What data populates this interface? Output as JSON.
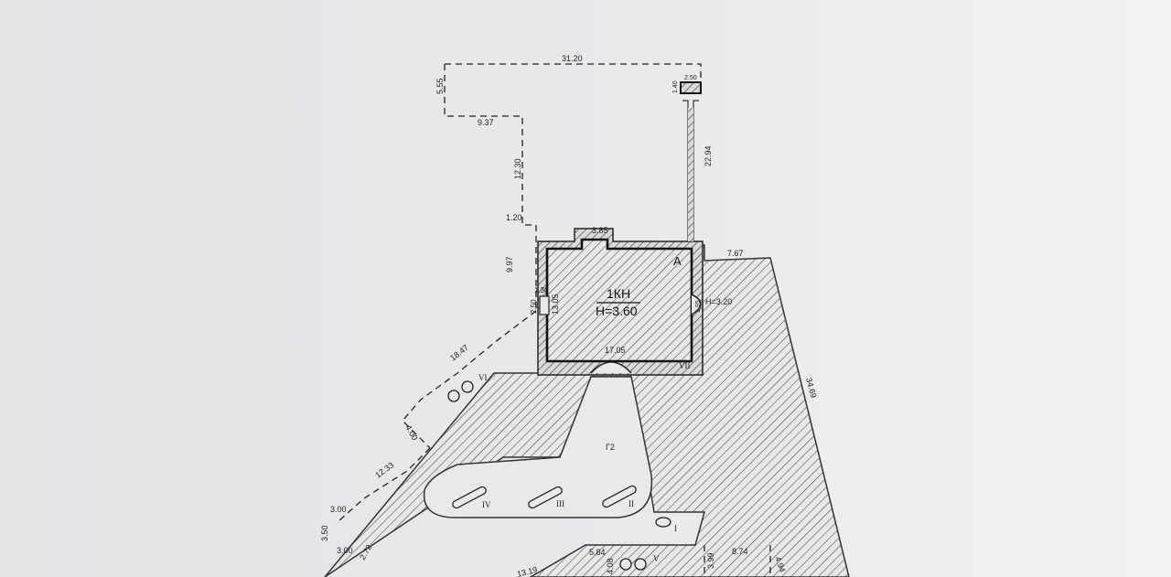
{
  "plan": {
    "building_code": "1КН",
    "building_height": "H=3.60",
    "building_letter": "A",
    "side_height": "H=3.20",
    "courtyard_label": "Г2",
    "roman_labels": [
      "I",
      "II",
      "III",
      "IV",
      "V",
      "VI",
      "VII"
    ],
    "dimensions": {
      "top_span": "31.20",
      "left_drop": "5.55",
      "inner_step": "9.37",
      "left_long": "12.30",
      "jog": "1.20",
      "left_lower": "9.97",
      "diag_a": "18.47",
      "diag_b": "4.00",
      "diag_c": "12.33",
      "small_a": "3.00",
      "small_b": "3.50",
      "small_c": "3.00",
      "small_d": "2.72",
      "bottom_a": "13.19",
      "bottom_b": "5.84",
      "bottom_c": "4.08",
      "bottom_d": "3.99",
      "bottom_e": "8.74",
      "bottom_f": "4.94",
      "right_long": "34.69",
      "corner": "7.67",
      "pipe": "22.94",
      "box_w": "2.50",
      "box_h": "1.40",
      "bay_w": "3.85",
      "porch_w": "1.30",
      "porch_h": "2.50",
      "inner_w": "13.05",
      "front_w": "17.05",
      "side_small": "1.95"
    }
  }
}
